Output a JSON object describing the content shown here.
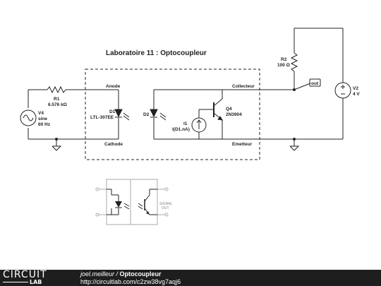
{
  "title": "Laboratoire 11 : Optocoupleur",
  "components": {
    "r1": {
      "name": "R1",
      "value": "6.576 kΩ"
    },
    "v4": {
      "name": "V4",
      "type": "sine",
      "freq": "60 Hz"
    },
    "d1": {
      "name": "D1",
      "part": "LTL-307EE"
    },
    "d2": {
      "name": "D2"
    },
    "i1": {
      "name": "I1",
      "expr": "I(D1.nA)"
    },
    "q4": {
      "name": "Q4",
      "part": "2N3904"
    },
    "r2": {
      "name": "R2",
      "value": "100 Ω"
    },
    "v2": {
      "name": "V2",
      "value": "4 V"
    }
  },
  "node_labels": {
    "anode": "Anode",
    "cathode": "Cathode",
    "collecteur": "Collecteur",
    "emetteur": "Emetteur",
    "out": "out"
  },
  "inset": {
    "signal_out": [
      "SIGNAL",
      "OUT"
    ]
  },
  "footer": {
    "logo_top": "CIRCUIT",
    "logo_bottom": "LAB",
    "author": "joel.meilleur",
    "separator": " / ",
    "circuit_name": "Optocoupleur",
    "url": "http://circuitlab.com/c2zw38vg7aqj6"
  }
}
